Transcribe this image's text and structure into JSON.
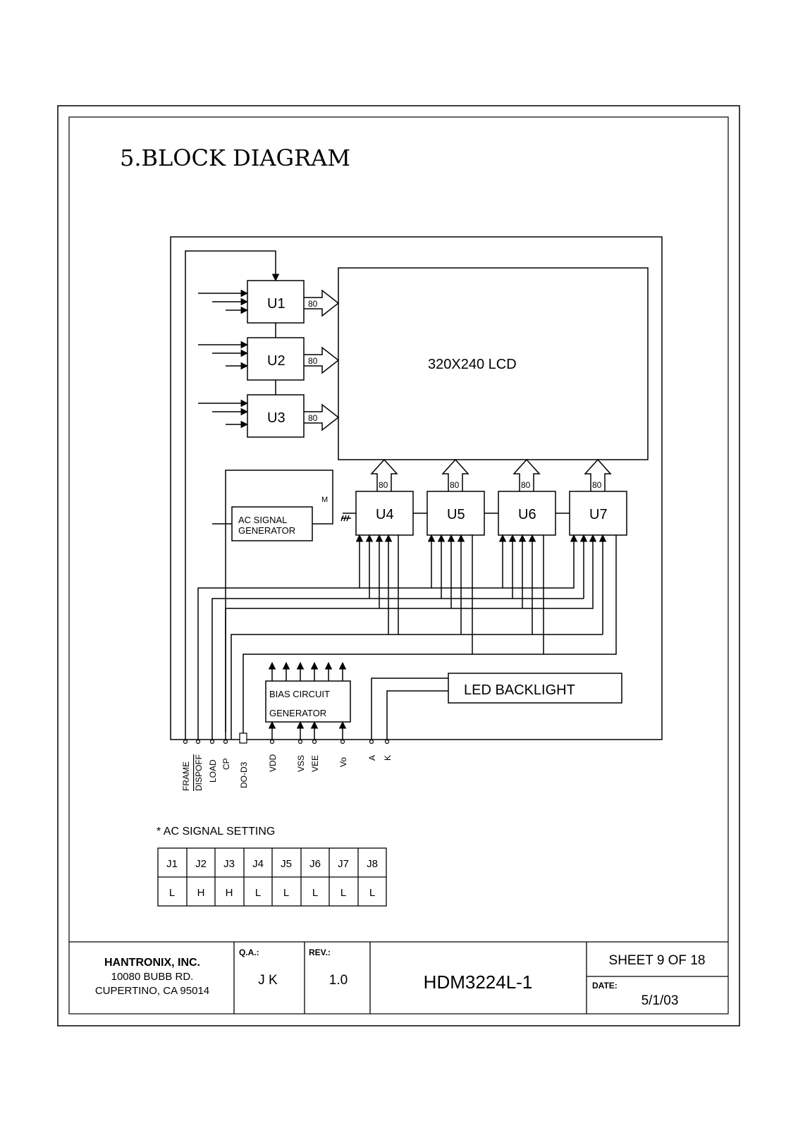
{
  "title": "5.BLOCK DIAGRAM",
  "lcd": {
    "label": "320X240 LCD"
  },
  "drivers": [
    {
      "id": "U1",
      "bus": "80"
    },
    {
      "id": "U2",
      "bus": "80"
    },
    {
      "id": "U3",
      "bus": "80"
    },
    {
      "id": "U4",
      "bus": "80"
    },
    {
      "id": "U5",
      "bus": "80"
    },
    {
      "id": "U6",
      "bus": "80"
    },
    {
      "id": "U7",
      "bus": "80"
    }
  ],
  "ac_signal_generator": {
    "line1": "AC SIGNAL",
    "line2": "GENERATOR",
    "output": "M"
  },
  "bias_circuit": {
    "line1": "BIAS CIRCUIT",
    "line2": "GENERATOR"
  },
  "led_backlight": {
    "label": "LED BACKLIGHT"
  },
  "pins": [
    "FRAME",
    "DISPOFF",
    "LOAD",
    "CP",
    "DO-D3",
    "VDD",
    "VSS",
    "VEE",
    "Vo",
    "A",
    "K"
  ],
  "ac_signal_setting": {
    "title": "* AC SIGNAL SETTING",
    "headers": [
      "J1",
      "J2",
      "J3",
      "J4",
      "J5",
      "J6",
      "J7",
      "J8"
    ],
    "values": [
      "L",
      "H",
      "H",
      "L",
      "L",
      "L",
      "L",
      "L"
    ]
  },
  "title_block": {
    "company": "HANTRONIX, INC.",
    "address1": "10080 BUBB RD.",
    "address2": "CUPERTINO, CA 95014",
    "qa_label": "Q.A.:",
    "qa_value": "J K",
    "rev_label": "REV.:",
    "rev_value": "1.0",
    "part_number": "HDM3224L-1",
    "sheet": "SHEET 9 OF 18",
    "date_label": "DATE:",
    "date_value": "5/1/03"
  }
}
